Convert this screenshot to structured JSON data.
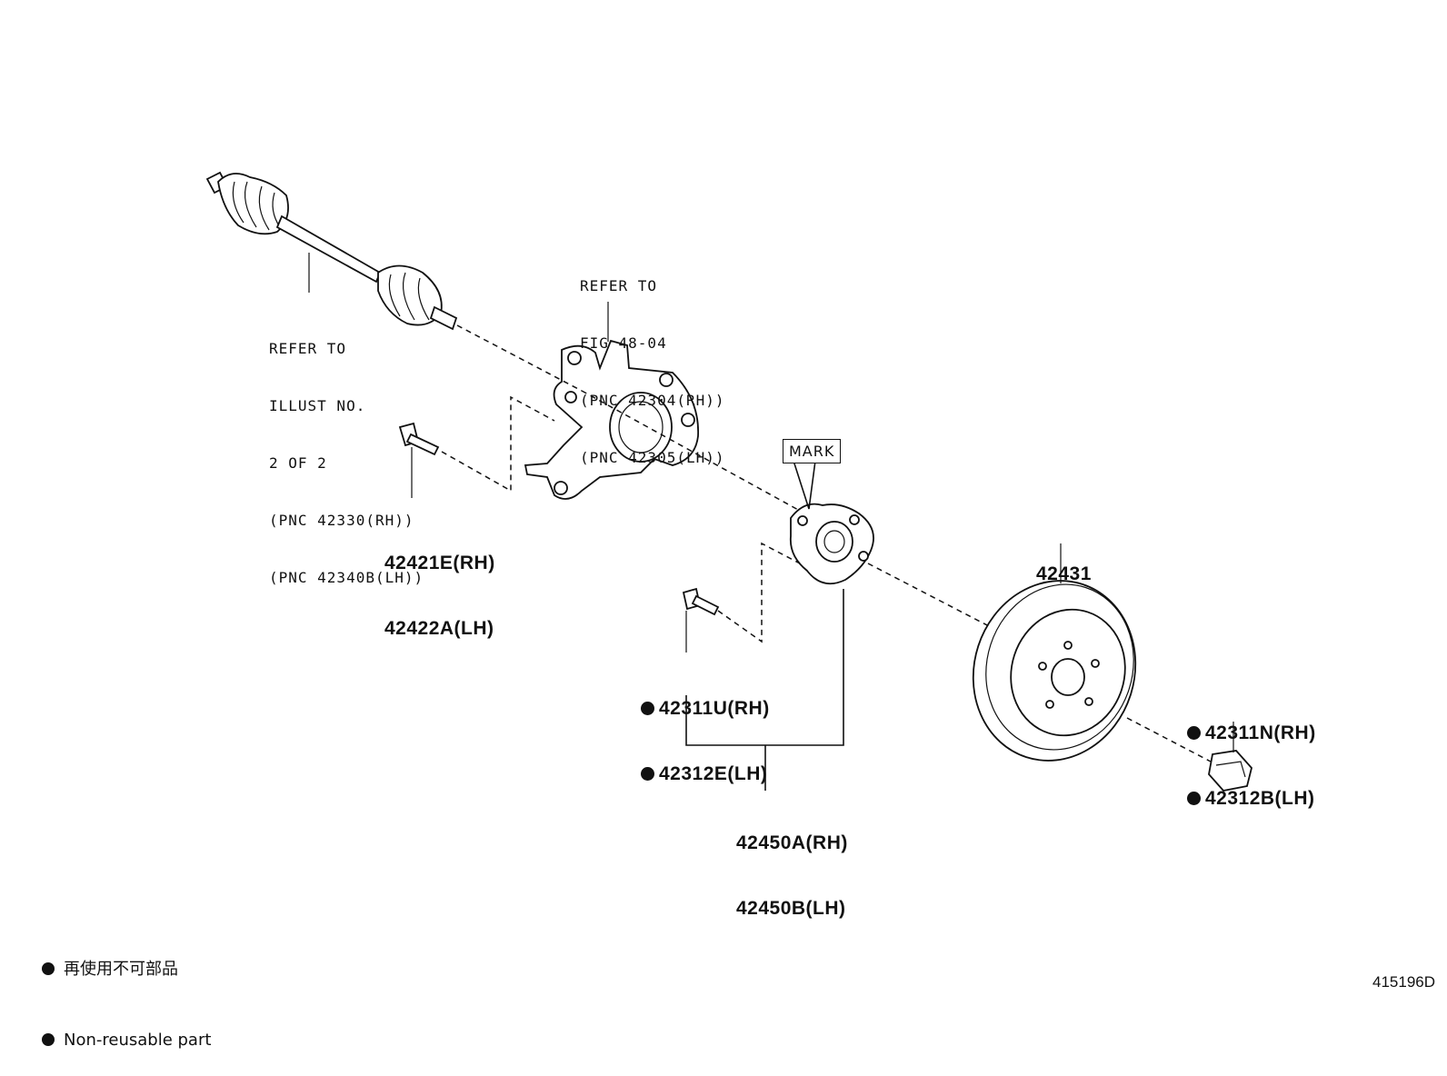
{
  "refs": {
    "driveshaft": [
      "REFER TO",
      "ILLUST NO.",
      "2 OF 2",
      "(PNC 42330(RH))",
      "(PNC 42340B(LH))"
    ],
    "knuckle": [
      "REFER TO",
      "FIG 48-04",
      "(PNC 42304(RH))",
      "(PNC 42305(LH))"
    ]
  },
  "parts": {
    "bolt": [
      "42421E(RH)",
      "42422A(LH)"
    ],
    "hub_bolt": [
      "42311U(RH)",
      "42312E(LH)"
    ],
    "hub_assy": [
      "42450A(RH)",
      "42450B(LH)"
    ],
    "disc": "42431",
    "nut": [
      "42311N(RH)",
      "42312B(LH)"
    ]
  },
  "mark_label": "MARK",
  "legend": {
    "line1": "再使用不可部品",
    "line2": "Non-reusable part"
  },
  "figure_id": "415196D"
}
